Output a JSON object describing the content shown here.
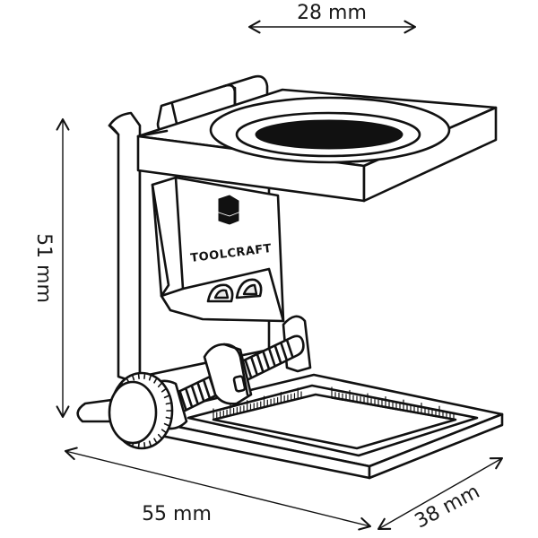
{
  "dimensions": {
    "top_width": "28 mm",
    "height": "51 mm",
    "base_length": "55 mm",
    "base_depth": "38 mm"
  },
  "brand": {
    "name": "TOOLCRAFT",
    "logo_icon": "toolcraft-logo-icon"
  },
  "colors": {
    "line": "#111111",
    "background": "#ffffff"
  }
}
